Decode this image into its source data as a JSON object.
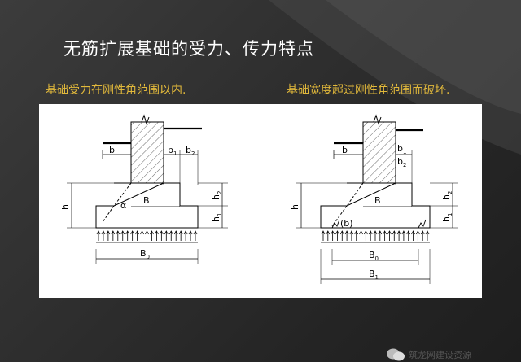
{
  "slide": {
    "title": "无筋扩展基础的受力、传力特点",
    "caption_left": "基础受力在刚性角范围以内.",
    "caption_right": "基础宽度超过刚性角范围而破坏."
  },
  "diagram_left": {
    "b": "b",
    "b1": "b",
    "b1_sub": "1",
    "b2": "b",
    "b2_sub": "2",
    "h": "h",
    "h1": "h",
    "h1_sub": "1",
    "h2": "h",
    "h2_sub": "2",
    "B": "B",
    "alpha": "α",
    "B0": "B",
    "B0_sub": "0"
  },
  "diagram_right": {
    "b": "b",
    "b1": "b",
    "b1_sub": "1",
    "b2": "b",
    "b2_sub": "2",
    "h": "h",
    "h1": "h",
    "h1_sub": "1",
    "h2": "h",
    "h2_sub": "2",
    "B": "B",
    "b_paren": "(b)",
    "B0": "B",
    "B0_sub": "0",
    "B1": "B",
    "B1_sub": "1"
  },
  "footer": {
    "watermark_text": "筑龙网建设资源"
  },
  "colors": {
    "title": "#ffffff",
    "caption": "#e2b93b",
    "panel": "#ffffff"
  }
}
